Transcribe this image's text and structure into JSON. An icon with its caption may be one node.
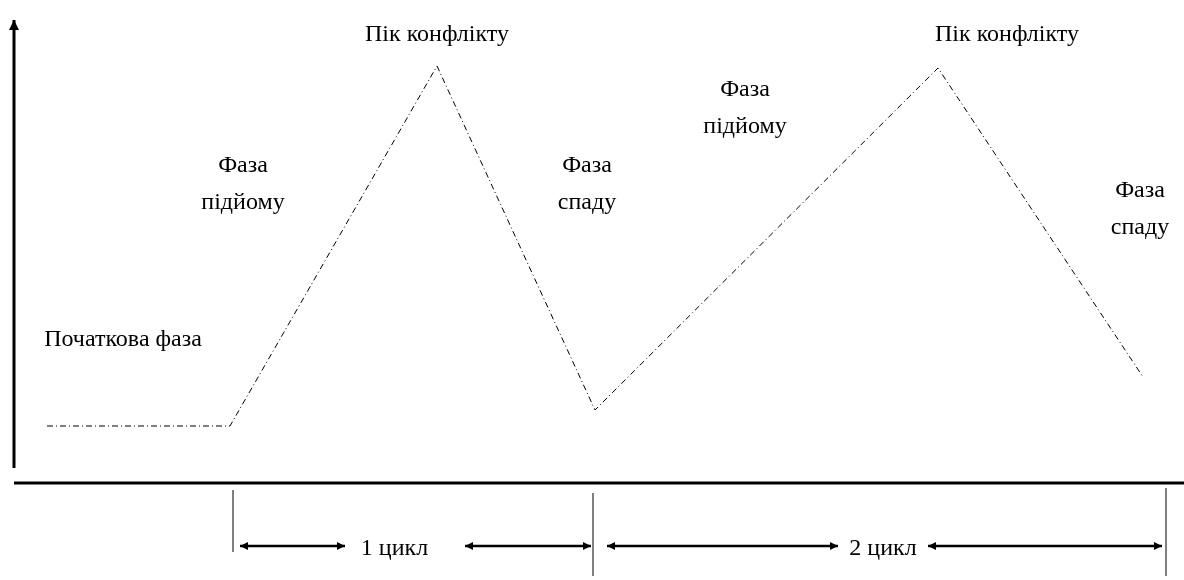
{
  "diagram": {
    "labels": [
      "Пік конфлікту",
      "Пік конфлікту",
      "Фаза підйому",
      "Фаза підйому",
      "Фаза спаду",
      "Фаза спаду",
      "Початкова фаза",
      "1 цикл",
      "2 цикл"
    ]
  }
}
